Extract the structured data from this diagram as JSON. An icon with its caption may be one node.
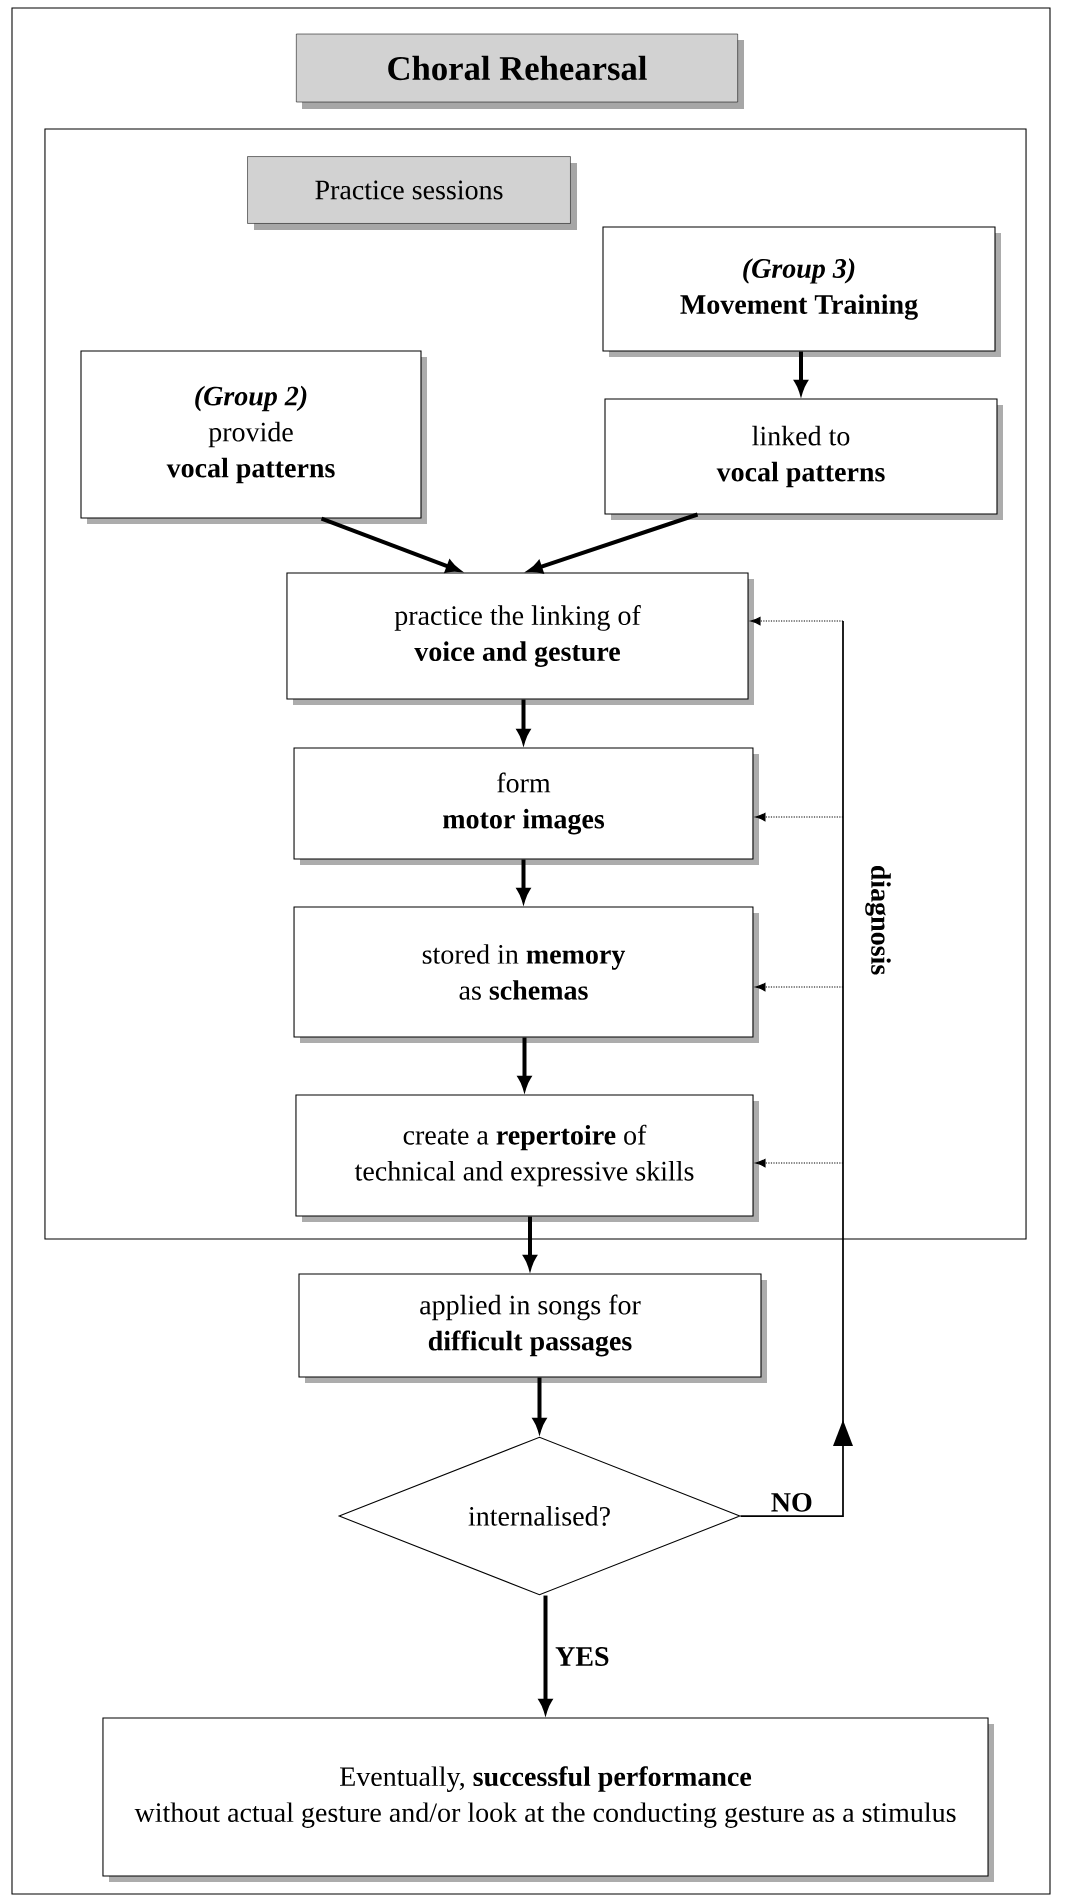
{
  "diagram": {
    "title": "Choral Rehearsal",
    "nodes": [
      {
        "text": [
          "Practice sessions"
        ]
      },
      {
        "text": [
          "(Group 3)",
          "Movement Training"
        ],
        "in": 0
      },
      {
        "text": [
          "linked to",
          "vocal patterns"
        ],
        "in": 0
      },
      {
        "text": [
          "(Group 2)",
          "provide",
          "vocal patterns"
        ],
        "in": 0
      },
      {
        "text": [
          "practice the linking of",
          "voice and gesture"
        ],
        "in": 0
      },
      {
        "text": [
          "form",
          "motor images"
        ],
        "in": 0
      },
      {
        "text": [
          "stored in **memory**",
          "as **schemas**"
        ],
        "in": 0
      },
      {
        "text": [
          "create a **repertoire** of",
          "technical and expressive skills"
        ],
        "in": 0
      },
      {
        "text": [
          "applied in songs for",
          "difficult passages"
        ]
      },
      {
        "text": [
          "internalised?"
        ]
      },
      {
        "text": [
          "Eventually, **successful performance**",
          "without actual gesture and/or look at the conducting gesture as a stimulus"
        ]
      }
    ],
    "edges": [
      {
        "from": 1,
        "to": 2,
        "arrow": "to"
      },
      {
        "from": 3,
        "to": 4,
        "arrow": "to"
      },
      {
        "from": 2,
        "to": 4,
        "arrow": "to"
      },
      {
        "from": 4,
        "to": 5,
        "arrow": "to"
      },
      {
        "from": 5,
        "to": 6,
        "arrow": "to"
      },
      {
        "from": 6,
        "to": 7,
        "arrow": "to"
      },
      {
        "from": 7,
        "to": 8,
        "arrow": "to"
      },
      {
        "from": 8,
        "to": 9,
        "arrow": "to"
      },
      {
        "from": 9,
        "to": 10,
        "arrow": "to",
        "label": "YES"
      },
      {
        "from": 9,
        "to": 4,
        "arrow": "to",
        "label": "NO"
      },
      {
        "from": 9,
        "to": 5,
        "arrow": "to"
      },
      {
        "from": 9,
        "to": 6,
        "arrow": "to"
      },
      {
        "from": 9,
        "to": 7,
        "arrow": "to"
      }
    ],
    "labels": [
      "diagnosis"
    ]
  }
}
